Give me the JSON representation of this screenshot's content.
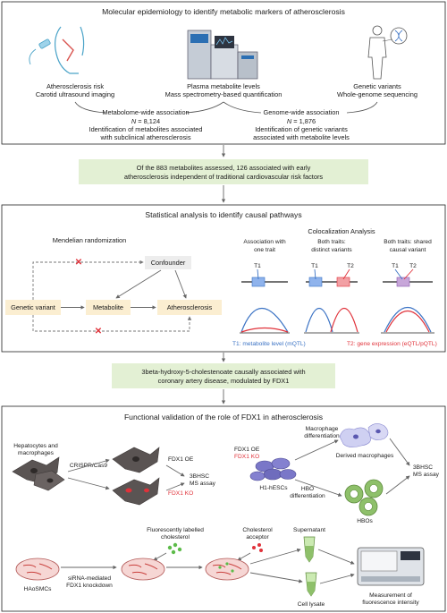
{
  "colors": {
    "green_banner": "#e3f0d4",
    "yellow_node": "#fbeed1",
    "blue": "#3a72c4",
    "red": "#e0323a",
    "cell_dark": "#5a5453",
    "cell_purple": "#7a77c8",
    "organoid_green": "#8ec06a"
  },
  "panel1": {
    "title": "Molecular epidemiology to identify metabolic markers of atherosclerosis",
    "col_left": {
      "line1": "Atherosclerosis risk",
      "line2": "Carotid ultrasound imaging",
      "icon": "neck-ultrasound-icon"
    },
    "col_mid": {
      "line1": "Plasma metabolite levels",
      "line2": "Mass spectrometry-based quantification",
      "icon": "mass-spectrometer-icon"
    },
    "col_right": {
      "line1": "Genetic variants",
      "line2": "Whole-genome sequencing",
      "icon": "human-dna-icon"
    },
    "assoc_left": {
      "title": "Metabolome-wide association",
      "n_label": "N",
      "n_value": "= 8,124",
      "desc1": "Identification of metabolites associated",
      "desc2": "with subclinical atherosclerosis"
    },
    "assoc_right": {
      "title": "Genome-wide association",
      "n_label": "N",
      "n_value": "= 1,876",
      "desc1": "Identification of genetic variants",
      "desc2": "associated with metabolite levels"
    }
  },
  "banner1": {
    "line1": "Of the 883 metabolites assessed, 126 associated with early",
    "line2": "atherosclerosis independent of traditional cardiovascular risk factors"
  },
  "panel2": {
    "title": "Statistical analysis to identify causal pathways",
    "mr_title": "Mendelian randomization",
    "nodes": {
      "confounder": "Confounder",
      "genetic_variant": "Genetic variant",
      "metabolite": "Metabolite",
      "atherosclerosis": "Atherosclerosis"
    },
    "block_mark": "✕",
    "coloc_title": "Colocalization Analysis",
    "cases": [
      {
        "title1": "Association with",
        "title2": "one trait",
        "tags": [
          "T1"
        ]
      },
      {
        "title1": "Both traits:",
        "title2": "distinct variants",
        "tags": [
          "T1",
          "T2"
        ]
      },
      {
        "title1": "Both traits: shared",
        "title2": "causal variant",
        "tags": [
          "T1",
          "T2"
        ]
      }
    ],
    "legend_t1": "T1: metabolite level (mQTL)",
    "legend_t2": "T2: gene expression (eQTL/pQTL)"
  },
  "banner2": {
    "line1": "3beta-hydroxy-5-cholestenoate causally associated with",
    "line2": "coronary artery disease, modulated by FDX1"
  },
  "panel3": {
    "title": "Functional validation of the role of FDX1 in atherosclerosis",
    "hep_label1": "Hepatocytes and",
    "hep_label2": "macrophages",
    "crispr": "CRISPR/Cas9",
    "fdx1_oe": "FDX1 OE",
    "fdx1_ko": "FDX1 KO",
    "assay1": "3BHSC",
    "assay2": "MS assay",
    "h1_label": "H1-hESCs",
    "mac_diff1": "Macrophage",
    "mac_diff2": "differentiation",
    "derived_mac": "Derived macrophages",
    "hbo_diff1": "HBO",
    "hbo_diff2": "differentiation",
    "hbos": "HBOs",
    "fl_chol1": "Fluorescently labelled",
    "fl_chol2": "cholesterol",
    "chol_acc1": "Cholesterol",
    "chol_acc2": "acceptor",
    "supernatant": "Supernatant",
    "haosmcs": "HAoSMCs",
    "sirna1": "siRNA-mediated",
    "sirna2": "FDX1 knockdown",
    "cell_lysate": "Cell lysate",
    "measure1": "Measurement of",
    "measure2": "fluorescence intensity"
  }
}
